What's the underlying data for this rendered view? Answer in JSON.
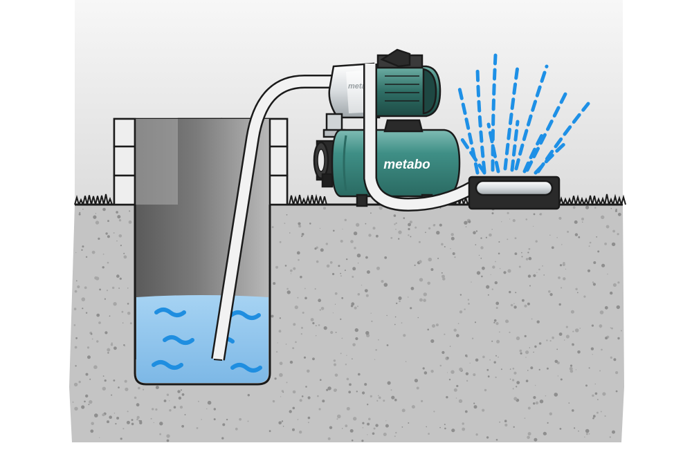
{
  "brand": {
    "tank_logo": "metabo",
    "pump_logo": "metabo"
  },
  "colors": {
    "sky": "#e6e6e6",
    "ground": "#bdbdbd",
    "water": "#8ec3ea",
    "water_wave": "#1f8ee0",
    "spray": "#1e90e6",
    "tank": "#3f8f86",
    "motor": "#2f6f66",
    "pump_steel": "#d8dcde",
    "hose": "#f2f2f2",
    "wall": "#e9e9e9",
    "outline": "#1a1a1a"
  },
  "icons": [
    "brick-wall",
    "well-shaft",
    "suction-hose",
    "pressure-tank",
    "pump-motor",
    "sprinkler",
    "water-spray",
    "grass"
  ]
}
